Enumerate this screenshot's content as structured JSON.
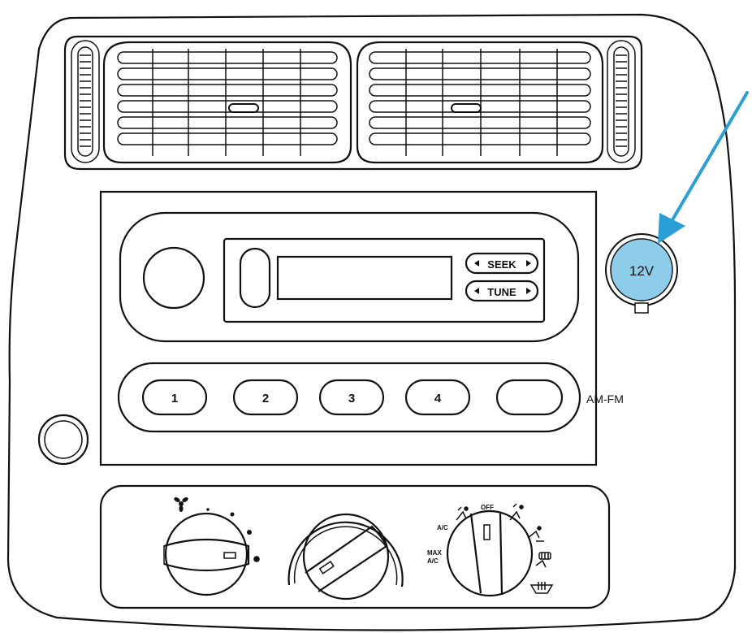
{
  "radio": {
    "seek_label": "SEEK",
    "tune_label": "TUNE",
    "presets": [
      "1",
      "2",
      "3",
      "4"
    ],
    "band_label": "AM-FM"
  },
  "power_outlet": {
    "label": "12V",
    "highlight_color": "#8ecde9",
    "arrow_color": "#2a9fd6"
  },
  "climate": {
    "off_label": "OFF",
    "ac_label": "A/C",
    "max_ac_line1": "MAX",
    "max_ac_line2": "A/C"
  }
}
